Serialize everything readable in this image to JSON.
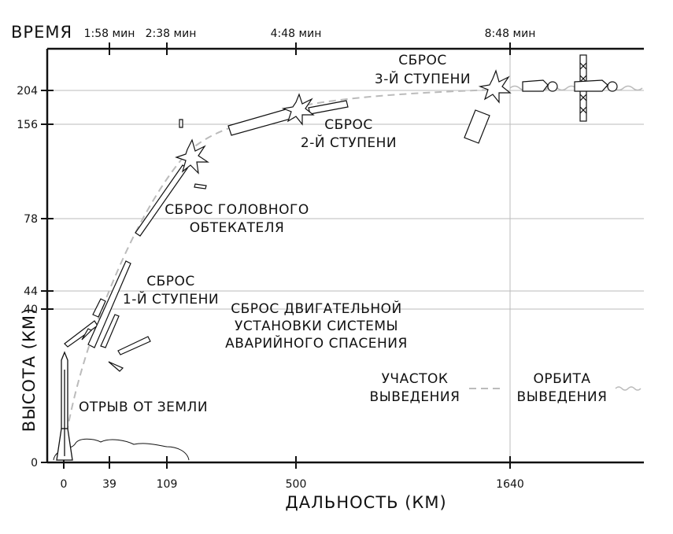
{
  "time_axis": {
    "title": "ВРЕМЯ",
    "ticks": [
      {
        "label": "1:58 мин",
        "distance": 39
      },
      {
        "label": "2:38 мин",
        "distance": 109
      },
      {
        "label": "4:48 мин",
        "distance": 500
      },
      {
        "label": "8:48 мин",
        "distance": 1640
      }
    ]
  },
  "y_axis": {
    "title": "ВЫСОТА (КМ)",
    "ticks": [
      "0",
      "40",
      "44",
      "78",
      "156",
      "204"
    ]
  },
  "x_axis": {
    "title": "ДАЛЬНОСТЬ (КМ)",
    "ticks": [
      "0",
      "39",
      "109",
      "500",
      "1640"
    ]
  },
  "events": {
    "liftoff": "ОТРЫВ ОТ ЗЕМЛИ",
    "escape_line1": "СБРОС ДВИГАТЕЛЬНОЙ",
    "escape_line2": "УСТАНОВКИ СИСТЕМЫ",
    "escape_line3": "АВАРИЙНОГО СПАСЕНИЯ",
    "stage1_line1": "СБРОС",
    "stage1_line2": "1-Й СТУПЕНИ",
    "fairing_line1": "СБРОС ГОЛОВНОГО",
    "fairing_line2": "ОБТЕКАТЕЛЯ",
    "stage2_line1": "СБРОС",
    "stage2_line2": "2-Й СТУПЕНИ",
    "stage3_line1": "СБРОС",
    "stage3_line2": "3-Й СТУПЕНИ"
  },
  "legend": {
    "ascent_line1": "УЧАСТОК",
    "ascent_line2": "ВЫВЕДЕНИЯ",
    "orbit_line1": "ОРБИТА",
    "orbit_line2": "ВЫВЕДЕНИЯ"
  }
}
